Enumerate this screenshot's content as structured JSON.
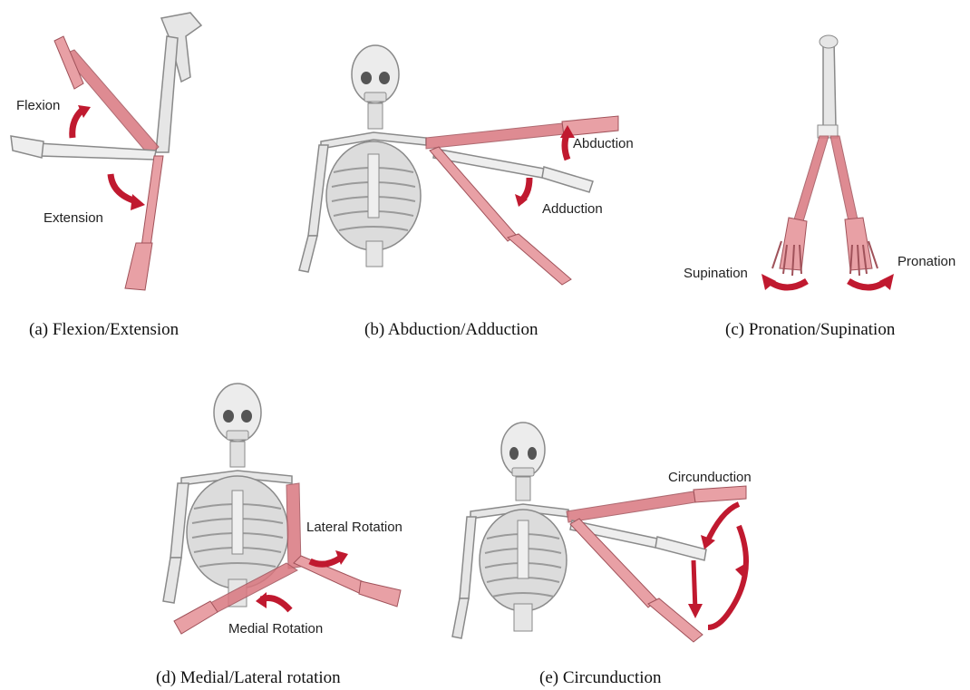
{
  "panels": [
    {
      "caption": "(a) Flexion/Extension",
      "labels": [
        "Flexion",
        "Extension"
      ]
    },
    {
      "caption": "(b) Abduction/Adduction",
      "labels": [
        "Abduction",
        "Adduction"
      ]
    },
    {
      "caption": "(c) Pronation/Supination",
      "labels": [
        "Supination",
        "Pronation"
      ]
    },
    {
      "caption": "(d) Medial/Lateral rotation",
      "labels": [
        "Lateral Rotation",
        "Medial Rotation"
      ]
    },
    {
      "caption": "(e) Circunduction",
      "labels": [
        "Circunduction"
      ]
    }
  ],
  "colors": {
    "bone": "#e6e6e6",
    "outline": "#8a8a8a",
    "highlight": "#d9777f",
    "arrow": "#c0192f"
  }
}
